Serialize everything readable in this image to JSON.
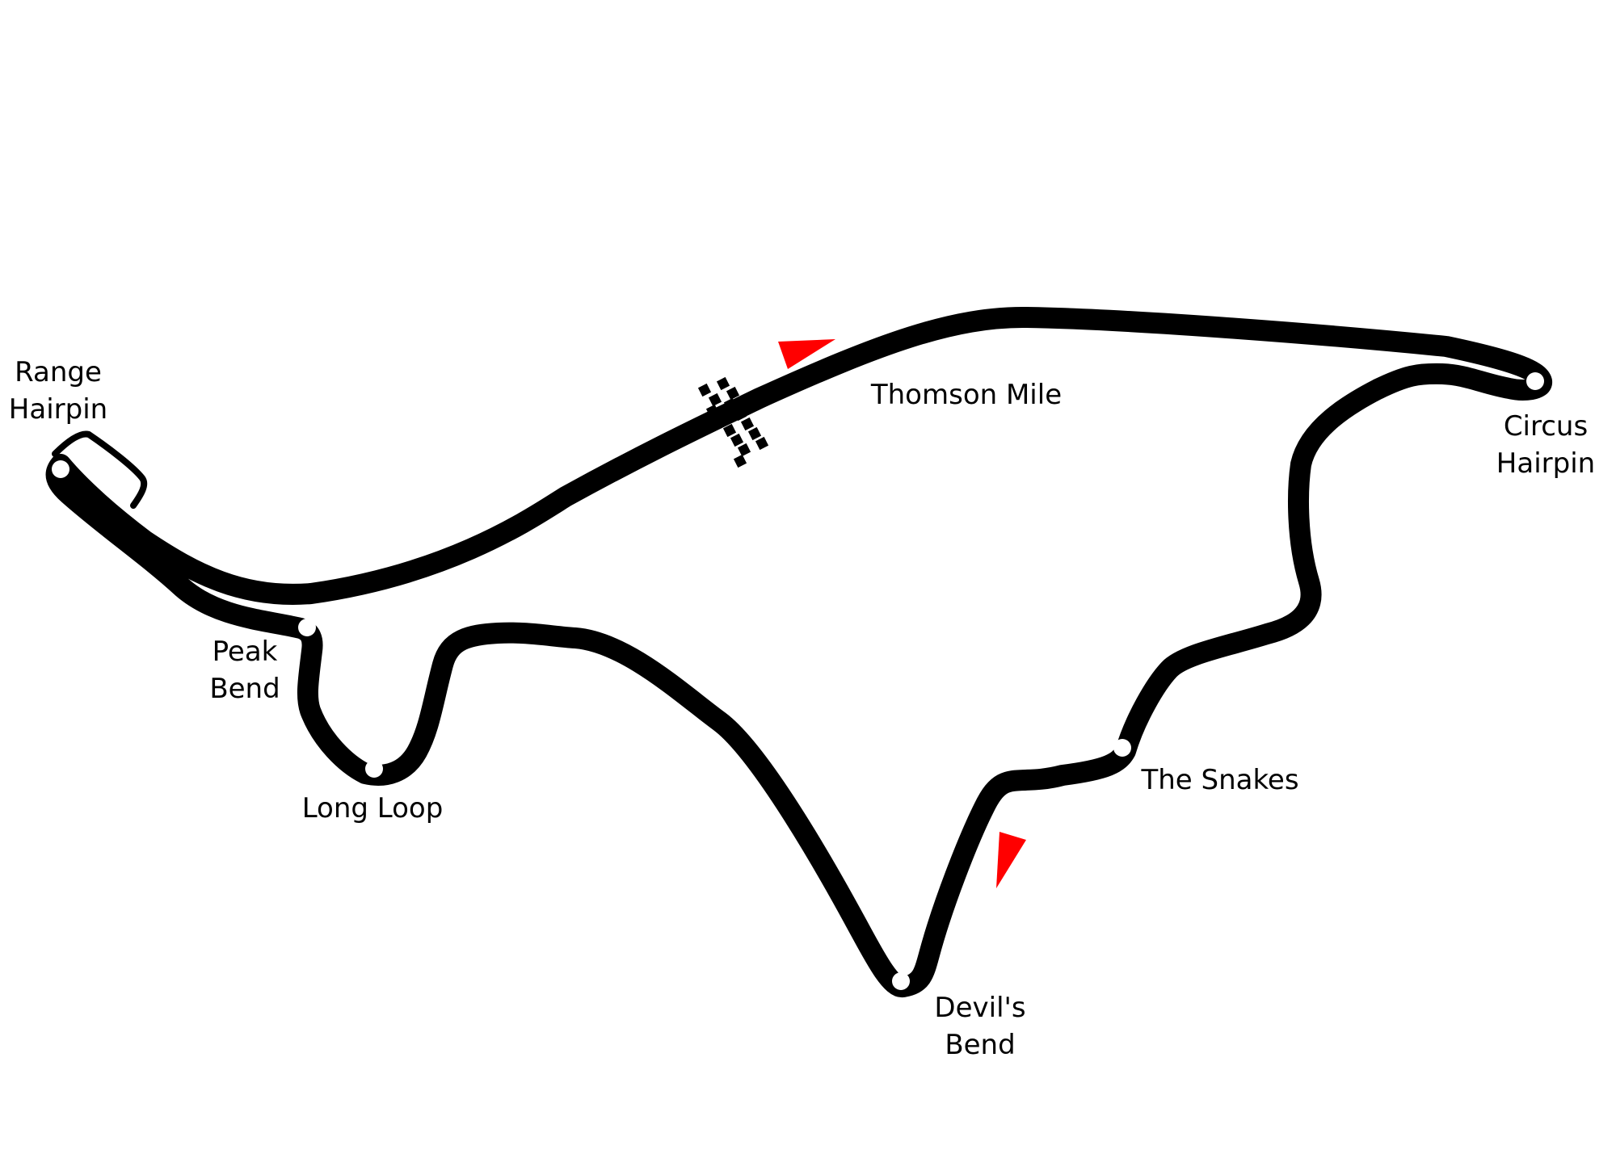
{
  "colors": {
    "track": "#000000",
    "corner_marker": "#ffffff",
    "direction_arrow": "#ff0000",
    "background": "#ffffff"
  },
  "labels": {
    "range_hairpin": [
      "Range",
      "Hairpin"
    ],
    "thomson_mile": "Thomson Mile",
    "circus_hairpin": [
      "Circus",
      "Hairpin"
    ],
    "peak_bend": [
      "Peak",
      "Bend"
    ],
    "long_loop": "Long Loop",
    "the_snakes": "The Snakes",
    "devils_bend": [
      "Devil's",
      "Bend"
    ]
  },
  "icons": {
    "start_finish": "checkered-flag-icon",
    "direction": "direction-arrow-icon",
    "corner": "corner-marker-icon"
  }
}
